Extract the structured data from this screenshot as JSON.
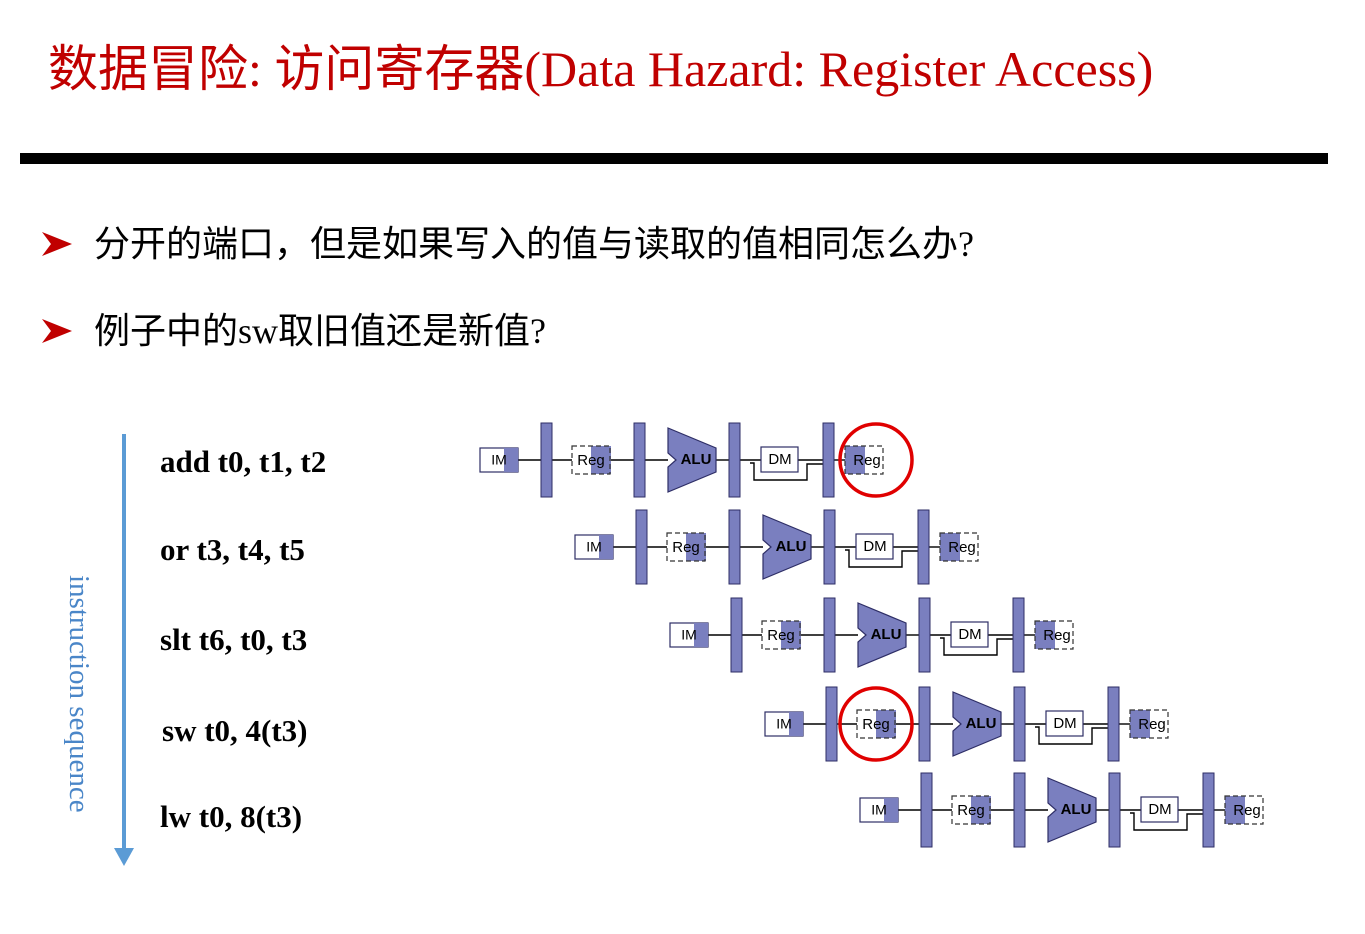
{
  "title": "数据冒险: 访问寄存器(Data Hazard: Register Access)",
  "bullets": [
    "分开的端口，但是如果写入的值与读取的值相同怎么办?",
    "例子中的sw取旧值还是新值?"
  ],
  "axis_label": "instruction sequence",
  "instructions": [
    "add t0, t1, t2",
    "or t3, t4, t5",
    "slt t6, t0, t3",
    "sw t0, 4(t3)",
    "lw t0, 8(t3)"
  ],
  "stage_labels": {
    "im": "IM",
    "reg": "Reg",
    "alu": "ALU",
    "dm": "DM"
  },
  "highlights": [
    {
      "instruction": 0,
      "stage": "write-back Reg"
    },
    {
      "instruction": 3,
      "stage": "register read Reg"
    }
  ],
  "colors": {
    "title": "#c00000",
    "bullet_arrow": "#c00000",
    "stage_fill": "#7a7fbf",
    "stage_stroke": "#2e2e66",
    "axis": "#5b9bd5",
    "highlight_circle": "#e00000"
  }
}
